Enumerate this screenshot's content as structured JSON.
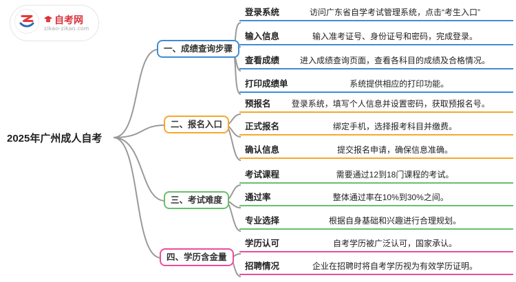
{
  "logo": {
    "site_name": "自考网",
    "site_url": "zikao-zikao.com"
  },
  "root_label": "2025年广州成人自考",
  "branches": [
    {
      "label": "一、成绩查询步骤",
      "color": "#3d8cd8",
      "items": [
        {
          "label": "登录系统",
          "desc": "访问广东省自学考试管理系统，点击“考生入口”"
        },
        {
          "label": "输入信息",
          "desc": "输入准考证号、身份证号和密码，完成登录。"
        },
        {
          "label": "查看成绩",
          "desc": "进入成绩查询页面，查看各科目的成绩及合格情况。"
        },
        {
          "label": "打印成绩单",
          "desc": "系统提供相应的打印功能。"
        }
      ]
    },
    {
      "label": "二、报名入口",
      "color": "#f5a72b",
      "items": [
        {
          "label": "预报名",
          "desc": "登录系统，填写个人信息并设置密码，获取预报名号。"
        },
        {
          "label": "正式报名",
          "desc": "绑定手机，选择报考科目并缴费。"
        },
        {
          "label": "确认信息",
          "desc": "提交报名申请，确保信息准确。"
        }
      ]
    },
    {
      "label": "三、考试难度",
      "color": "#67bf6b",
      "items": [
        {
          "label": "考试课程",
          "desc": "需要通过12到18门课程的考试。"
        },
        {
          "label": "通过率",
          "desc": "整体通过率在10%到30%之间。"
        },
        {
          "label": "专业选择",
          "desc": "根据自身基础和兴趣进行合理规划。"
        }
      ]
    },
    {
      "label": "四、学历含金量",
      "color": "#ea4c9b",
      "items": [
        {
          "label": "学历认可",
          "desc": "自考学历被广泛认可，国家承认。"
        },
        {
          "label": "招聘情况",
          "desc": "企业在招聘时将自考学历视为有效学历证明。"
        }
      ]
    }
  ]
}
